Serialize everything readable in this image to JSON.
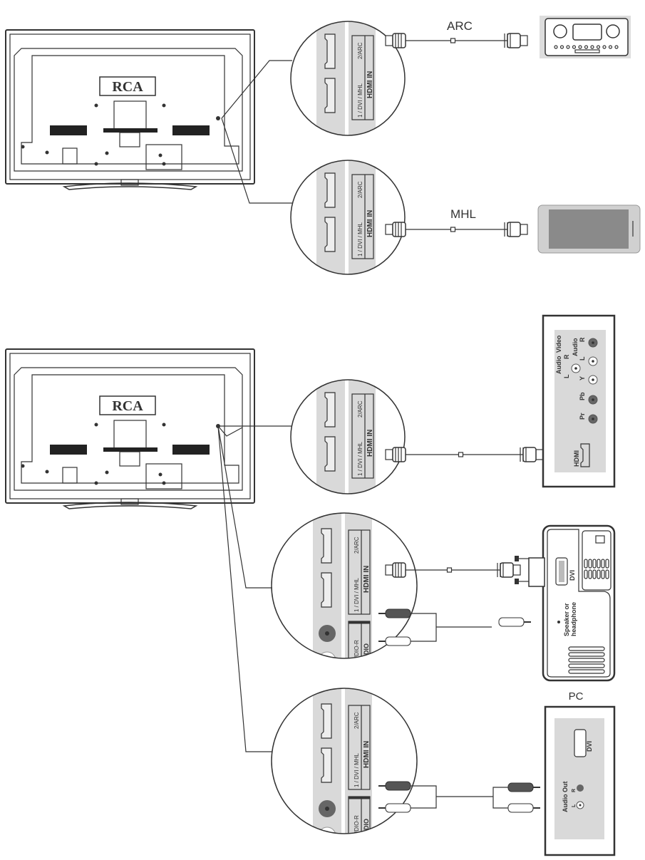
{
  "tv": {
    "logo": "RCA"
  },
  "ports": {
    "hdmi2_label": "2/ARC",
    "hdmi1_label": "1 / DVI / MHL",
    "hdmi_in_label": "HDMI IN",
    "audio_pins_label": "L-AUDIO-R",
    "audio_label": "AUDIO"
  },
  "cables": {
    "arc_label": "ARC",
    "mhl_label": "MHL"
  },
  "component_device": {
    "audio_label_left": "Audio",
    "video_label": "Video",
    "audio_label_right": "Audio",
    "r_label": "R",
    "l_label": "L",
    "l2_label": "L",
    "r2_label": "R",
    "y_label": "Y",
    "pb_label": "Pb",
    "pr_label": "Pr",
    "hdmi_label": "HDMI"
  },
  "pc": {
    "dvi_label": "DVI",
    "speaker_label_1": "Speaker or",
    "speaker_label_2": "headphone",
    "caption": "PC"
  },
  "laptop": {
    "dvi_label": "DVI",
    "audio_out_label": "Audio Out",
    "r_label": "R",
    "l_label": "L"
  },
  "colors": {
    "panel_grey": "#d9d9d9",
    "line": "#333333",
    "jack_dark": "#666666"
  }
}
